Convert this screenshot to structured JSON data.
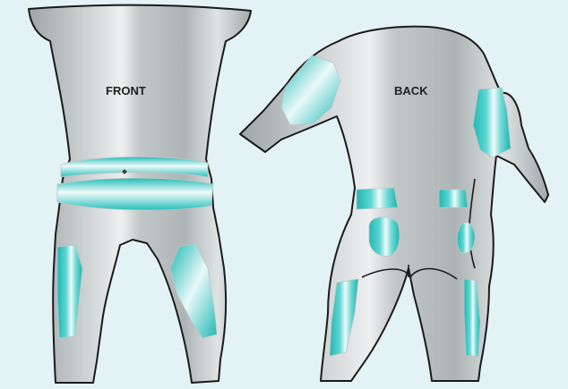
{
  "labels": {
    "front": "FRONT",
    "back": "BACK"
  },
  "colors": {
    "background": "#e3f3f5",
    "body_fill": "#b9bfc0",
    "body_highlight": "#eef0f0",
    "body_outline": "#1a1a1a",
    "region_accent": "#2dc5c0",
    "region_light": "#e8f8f8"
  },
  "regions": {
    "front": [
      "waist-band-upper",
      "waist-band-lower",
      "right-thigh",
      "left-thigh"
    ],
    "back": [
      "upper-arm-left",
      "upper-arm-right",
      "lower-back-left",
      "lower-back-right",
      "buttock-left",
      "buttock-right",
      "calf-left",
      "calf-right"
    ]
  }
}
